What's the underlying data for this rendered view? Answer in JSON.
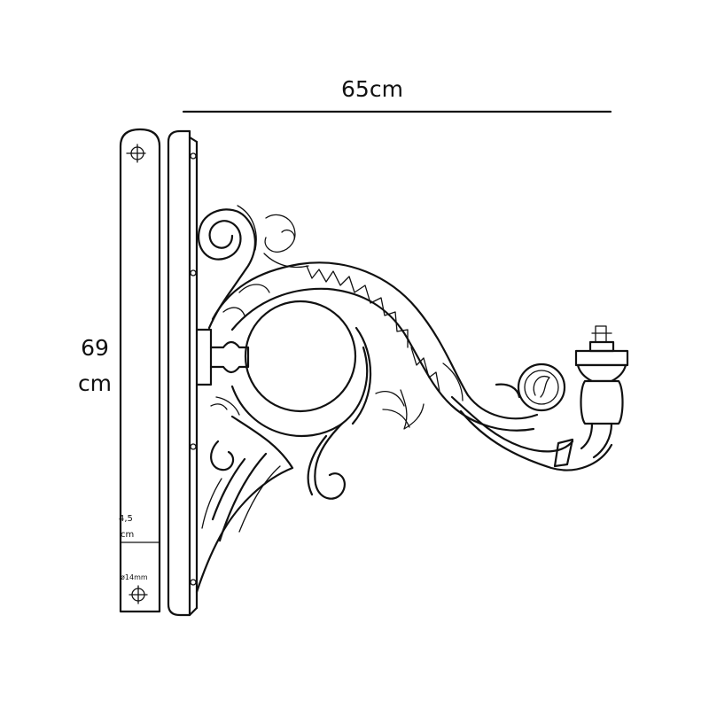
{
  "dimensions": {
    "overall_width": "65cm",
    "overall_height_value": "69",
    "overall_height_unit": "cm",
    "plate_width_value": "4,5",
    "plate_width_unit": "cm",
    "mounting_hole": "ø14mm"
  },
  "colors": {
    "line": "#111111",
    "background": "#ffffff"
  }
}
